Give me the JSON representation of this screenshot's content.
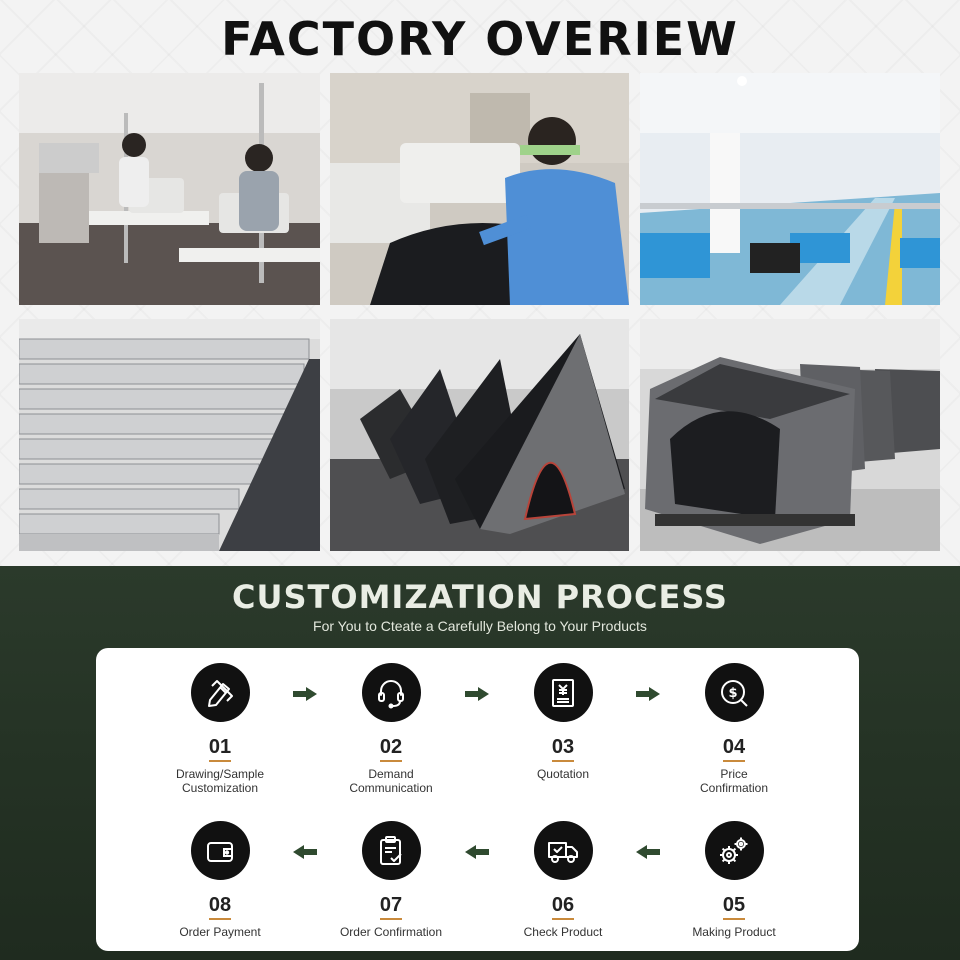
{
  "factory": {
    "title": "FACTORY OVERIEW"
  },
  "process": {
    "title": "CUSTOMIZATION PROCESS",
    "subtitle": "For You to Cteate a Carefully Belong to Your Products",
    "steps": [
      {
        "number": "01",
        "label_line1": "Drawing/Sample",
        "label_line2": "Customization",
        "icon": "drawing-icon"
      },
      {
        "number": "02",
        "label_line1": "Demand",
        "label_line2": "Communication",
        "icon": "headset-icon"
      },
      {
        "number": "03",
        "label_line1": "Quotation",
        "label_line2": "",
        "icon": "quotation-icon"
      },
      {
        "number": "04",
        "label_line1": "Price",
        "label_line2": "Confirmation",
        "icon": "price-icon"
      },
      {
        "number": "05",
        "label_line1": "Making Product",
        "label_line2": "",
        "icon": "gears-icon"
      },
      {
        "number": "06",
        "label_line1": "Check Product",
        "label_line2": "",
        "icon": "truck-icon"
      },
      {
        "number": "07",
        "label_line1": "Order Confirmation",
        "label_line2": "",
        "icon": "clipboard-icon"
      },
      {
        "number": "08",
        "label_line1": "Order Payment",
        "label_line2": "",
        "icon": "wallet-icon"
      }
    ],
    "colors": {
      "background": "#253325",
      "circle": "#111111",
      "arrow": "#2f4a2f",
      "accent_underline": "#c98a3c"
    }
  }
}
